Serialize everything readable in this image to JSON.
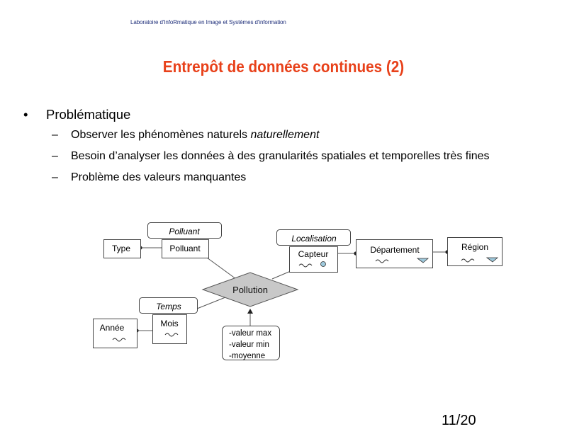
{
  "header": {
    "lab": "Laboratoire d'InfoRmatique en Image et Systèmes d'information"
  },
  "slide": {
    "title": "Entrepôt de données continues (2)",
    "bullet": {
      "marker": "•",
      "text": "Problématique"
    },
    "subbullets": [
      {
        "marker": "–",
        "text": "Observer les phénomènes naturels ",
        "emphasis": "naturellement"
      },
      {
        "marker": "–",
        "text": "Besoin d’analyser les données à des granularités spatiales et temporelles très fines"
      },
      {
        "marker": "–",
        "text": "Problème des valeurs manquantes"
      }
    ]
  },
  "diagram": {
    "fact": "Pollution",
    "measures": [
      "-valeur max",
      "-valeur min",
      "-moyenne"
    ],
    "dimensions": {
      "polluant": {
        "title": "Polluant",
        "levels": [
          "Polluant",
          "Type"
        ]
      },
      "localisation": {
        "title": "Localisation",
        "levels": [
          "Capteur",
          "Département",
          "Région"
        ]
      },
      "temps": {
        "title": "Temps",
        "levels": [
          "Mois",
          "Année"
        ]
      }
    }
  },
  "page_number": "11/20"
}
